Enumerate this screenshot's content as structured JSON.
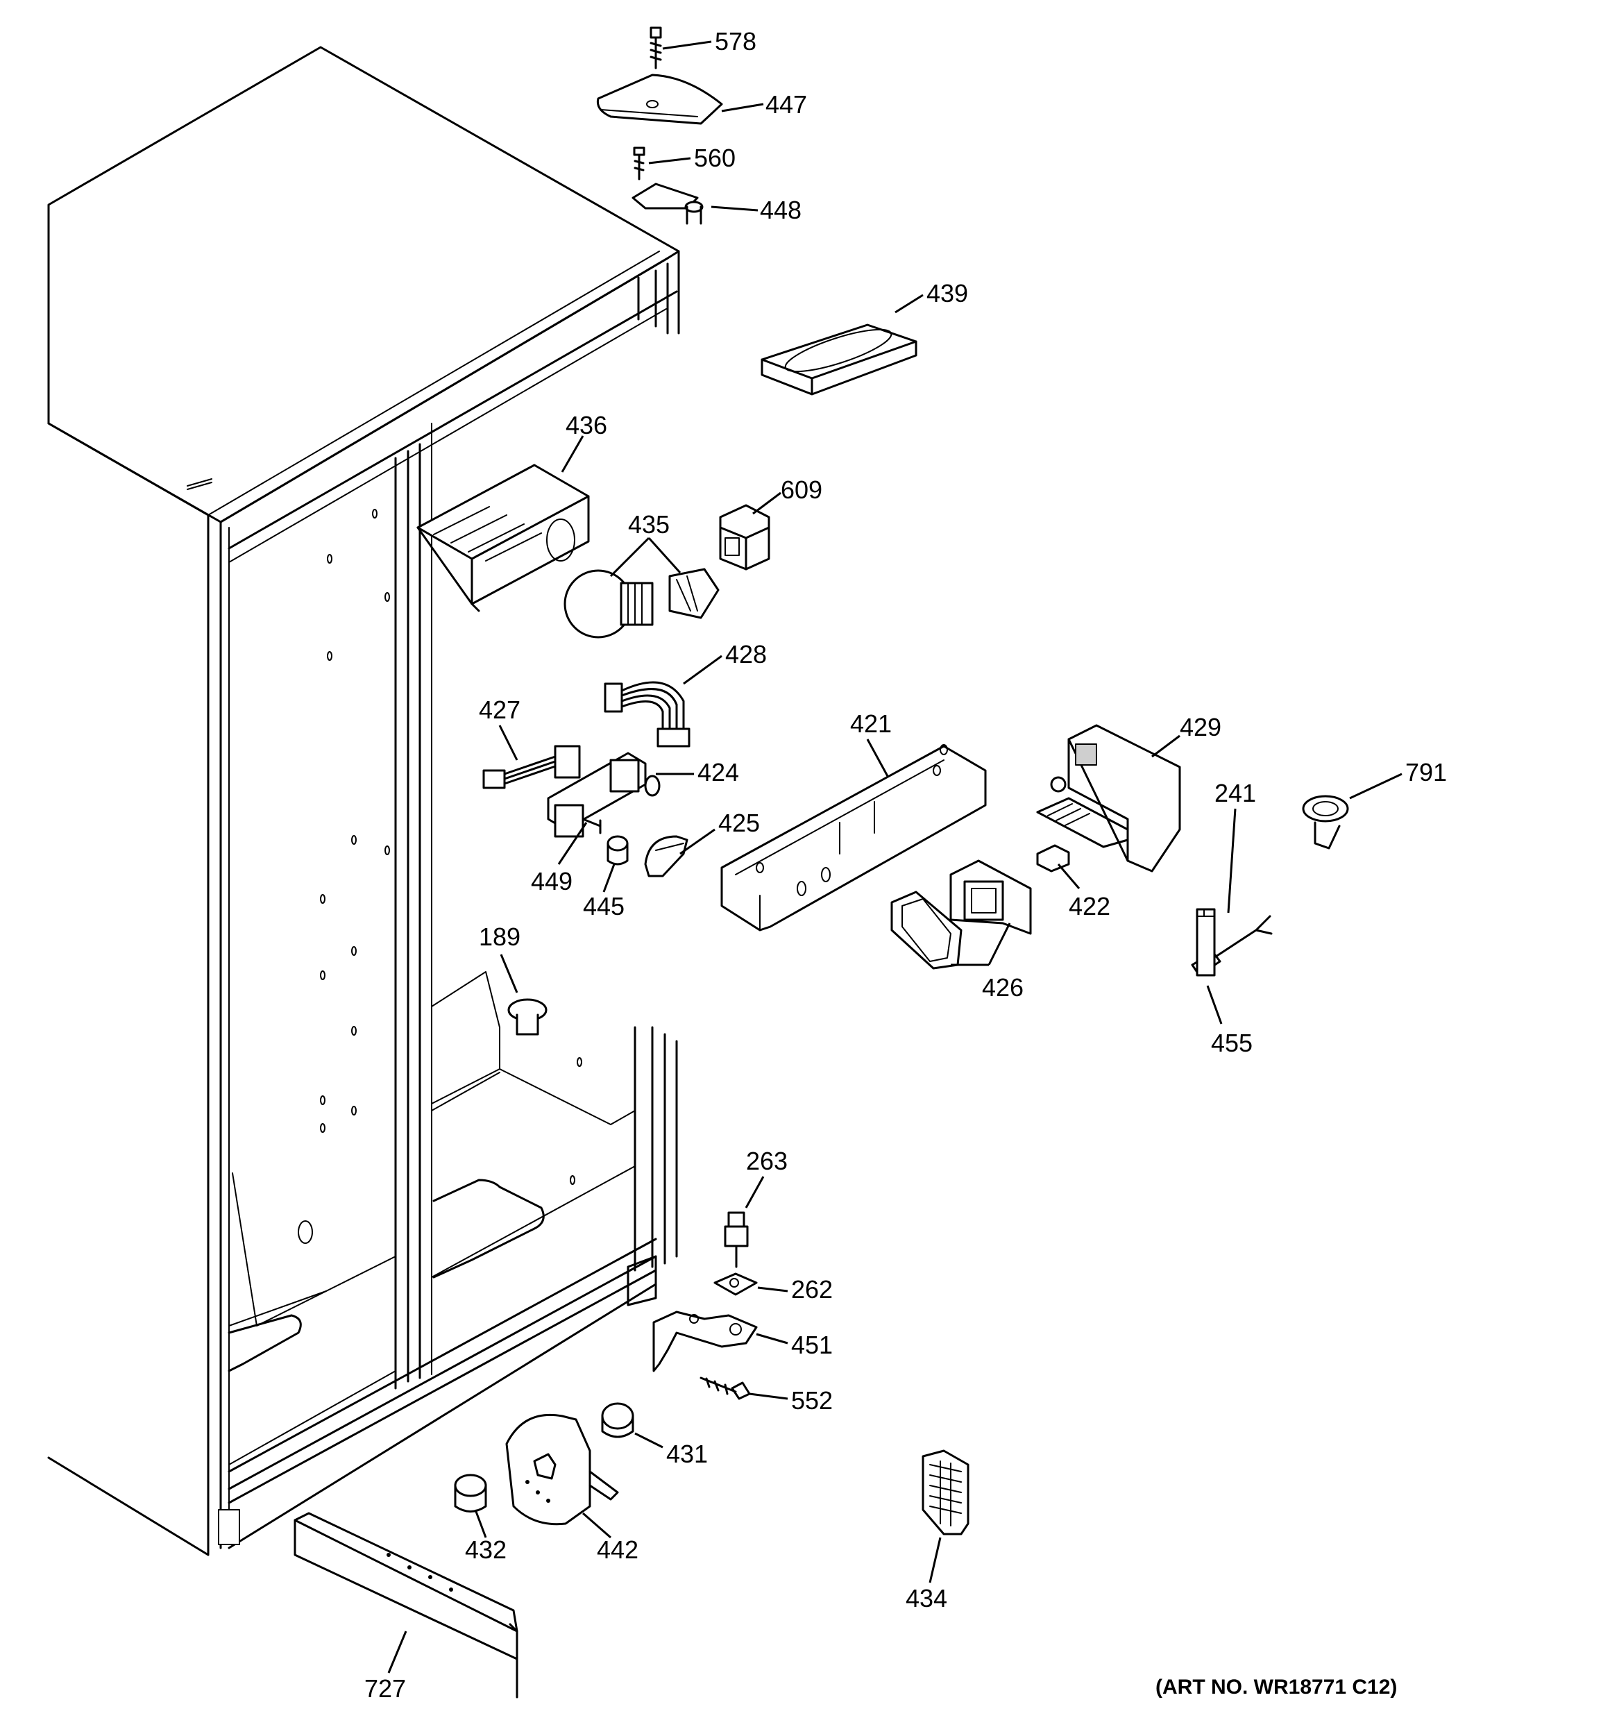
{
  "diagram": {
    "callouts": [
      {
        "id": "578",
        "text": "578"
      },
      {
        "id": "447",
        "text": "447"
      },
      {
        "id": "560",
        "text": "560"
      },
      {
        "id": "448",
        "text": "448"
      },
      {
        "id": "439",
        "text": "439"
      },
      {
        "id": "436",
        "text": "436"
      },
      {
        "id": "609",
        "text": "609"
      },
      {
        "id": "435",
        "text": "435"
      },
      {
        "id": "428",
        "text": "428"
      },
      {
        "id": "427",
        "text": "427"
      },
      {
        "id": "424",
        "text": "424"
      },
      {
        "id": "421",
        "text": "421"
      },
      {
        "id": "429",
        "text": "429"
      },
      {
        "id": "791",
        "text": "791"
      },
      {
        "id": "241",
        "text": "241"
      },
      {
        "id": "425",
        "text": "425"
      },
      {
        "id": "449",
        "text": "449"
      },
      {
        "id": "445",
        "text": "445"
      },
      {
        "id": "422",
        "text": "422"
      },
      {
        "id": "426",
        "text": "426"
      },
      {
        "id": "189",
        "text": "189"
      },
      {
        "id": "455",
        "text": "455"
      },
      {
        "id": "263",
        "text": "263"
      },
      {
        "id": "262",
        "text": "262"
      },
      {
        "id": "451",
        "text": "451"
      },
      {
        "id": "552",
        "text": "552"
      },
      {
        "id": "431",
        "text": "431"
      },
      {
        "id": "432",
        "text": "432"
      },
      {
        "id": "442",
        "text": "442"
      },
      {
        "id": "434",
        "text": "434"
      },
      {
        "id": "727",
        "text": "727"
      }
    ],
    "art_number": "(ART NO. WR18771 C12)"
  }
}
